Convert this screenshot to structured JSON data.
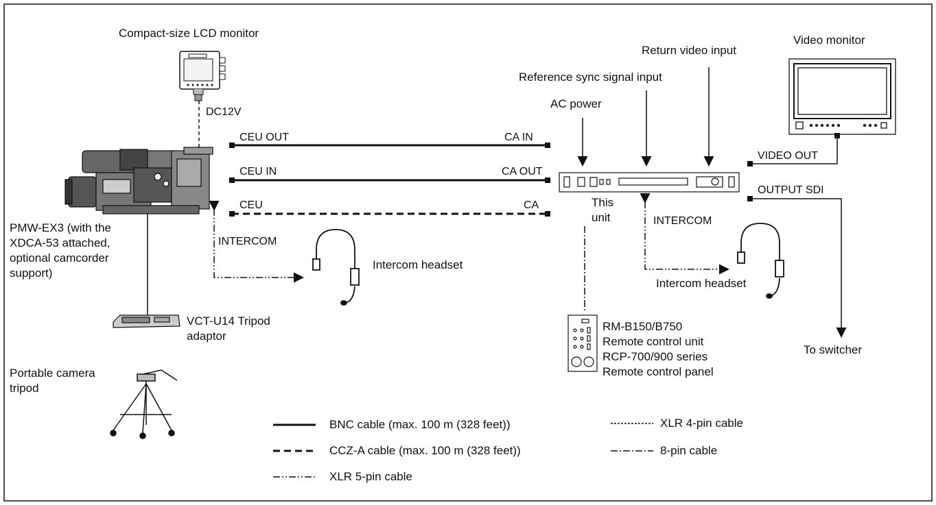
{
  "devices": {
    "lcd_monitor": "Compact-size LCD monitor",
    "video_monitor": "Video monitor",
    "camcorder": "PMW-EX3 (with the\nXDCA-53 attached,\noptional camcorder\nsupport)",
    "this_unit": "This\nunit",
    "tripod_adaptor": "VCT-U14 Tripod\nadaptor",
    "tripod": "Portable camera\ntripod",
    "remote": "RM-B150/B750\nRemote control unit\nRCP-700/900 series\nRemote control panel",
    "headset_left": "Intercom headset",
    "headset_right": "Intercom headset"
  },
  "inputs": {
    "return_video": "Return video input",
    "reference_sync": "Reference sync signal input",
    "ac_power": "AC power"
  },
  "connections": {
    "dc12v": "DC12V",
    "ceu_out": "CEU OUT",
    "ca_in": "CA IN",
    "ceu_in": "CEU IN",
    "ca_out": "CA OUT",
    "ceu": "CEU",
    "ca": "CA",
    "video_out": "VIDEO OUT",
    "output_sdi": "OUTPUT SDI",
    "intercom_left": "INTERCOM",
    "intercom_right": "INTERCOM",
    "to_switcher": "To switcher"
  },
  "legend": {
    "bnc": "BNC cable (max. 100 m (328 feet))",
    "ccz": "CCZ-A cable (max. 100 m (328 feet))",
    "xlr5": "XLR 5-pin cable",
    "xlr4": "XLR 4-pin cable",
    "pin8": "8-pin cable"
  }
}
